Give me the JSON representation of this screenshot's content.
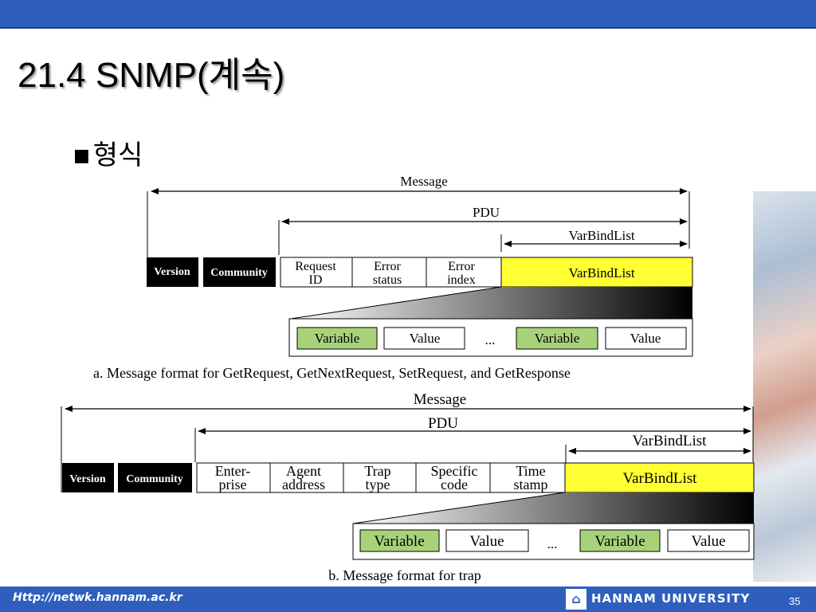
{
  "slide": {
    "title": "21.4 SNMP(계속)",
    "bullet_text": "형식",
    "bullet_marker": "■"
  },
  "diagram_a": {
    "message_label": "Message",
    "pdu_label": "PDU",
    "varbindlist_label": "VarBindList",
    "fields_dark": [
      "Version",
      "Community"
    ],
    "fields": [
      [
        "Request",
        "ID"
      ],
      [
        "Error",
        "status"
      ],
      [
        "Error",
        "index"
      ]
    ],
    "varbind_box": "VarBindList",
    "entries": [
      "Variable",
      "Value",
      "...",
      "Variable",
      "Value"
    ],
    "caption": "a. Message format for GetRequest, GetNextRequest, SetRequest, and GetResponse"
  },
  "diagram_b": {
    "message_label": "Message",
    "pdu_label": "PDU",
    "varbindlist_label": "VarBindList",
    "fields_dark": [
      "Version",
      "Community"
    ],
    "fields": [
      [
        "Enter-",
        "prise"
      ],
      [
        "Agent",
        "address"
      ],
      [
        "Trap",
        "type"
      ],
      [
        "Specific",
        "code"
      ],
      [
        "Time",
        "stamp"
      ]
    ],
    "varbind_box": "VarBindList",
    "entries": [
      "Variable",
      "Value",
      "...",
      "Variable",
      "Value"
    ],
    "caption": "b. Message format for trap"
  },
  "footer": {
    "url": "Http://netwk.hannam.ac.kr",
    "university": "HANNAM UNIVERSITY",
    "page_number": "35"
  },
  "colors": {
    "header_bar": "#2f5fbd",
    "varbind_highlight": "#ffff33",
    "variable_green": "#a8d27a",
    "dark_field": "#000000"
  }
}
